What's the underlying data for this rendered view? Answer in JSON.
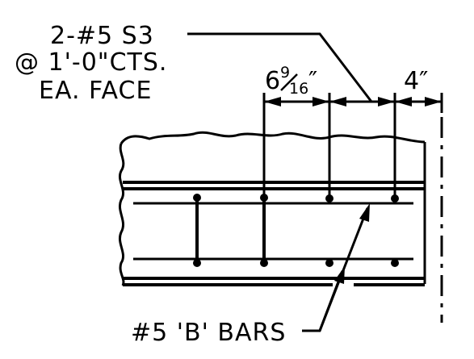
{
  "callout_top": {
    "line1": "2-#5 S3",
    "line2": "@ 1'-0\"CTS.",
    "line3": "EA. FACE"
  },
  "dimensions": {
    "left_whole": "6",
    "left_num": "9",
    "left_den": "16",
    "left_inch": "″",
    "right": "4″"
  },
  "callout_bottom": {
    "label": "#5 'B' BARS"
  }
}
